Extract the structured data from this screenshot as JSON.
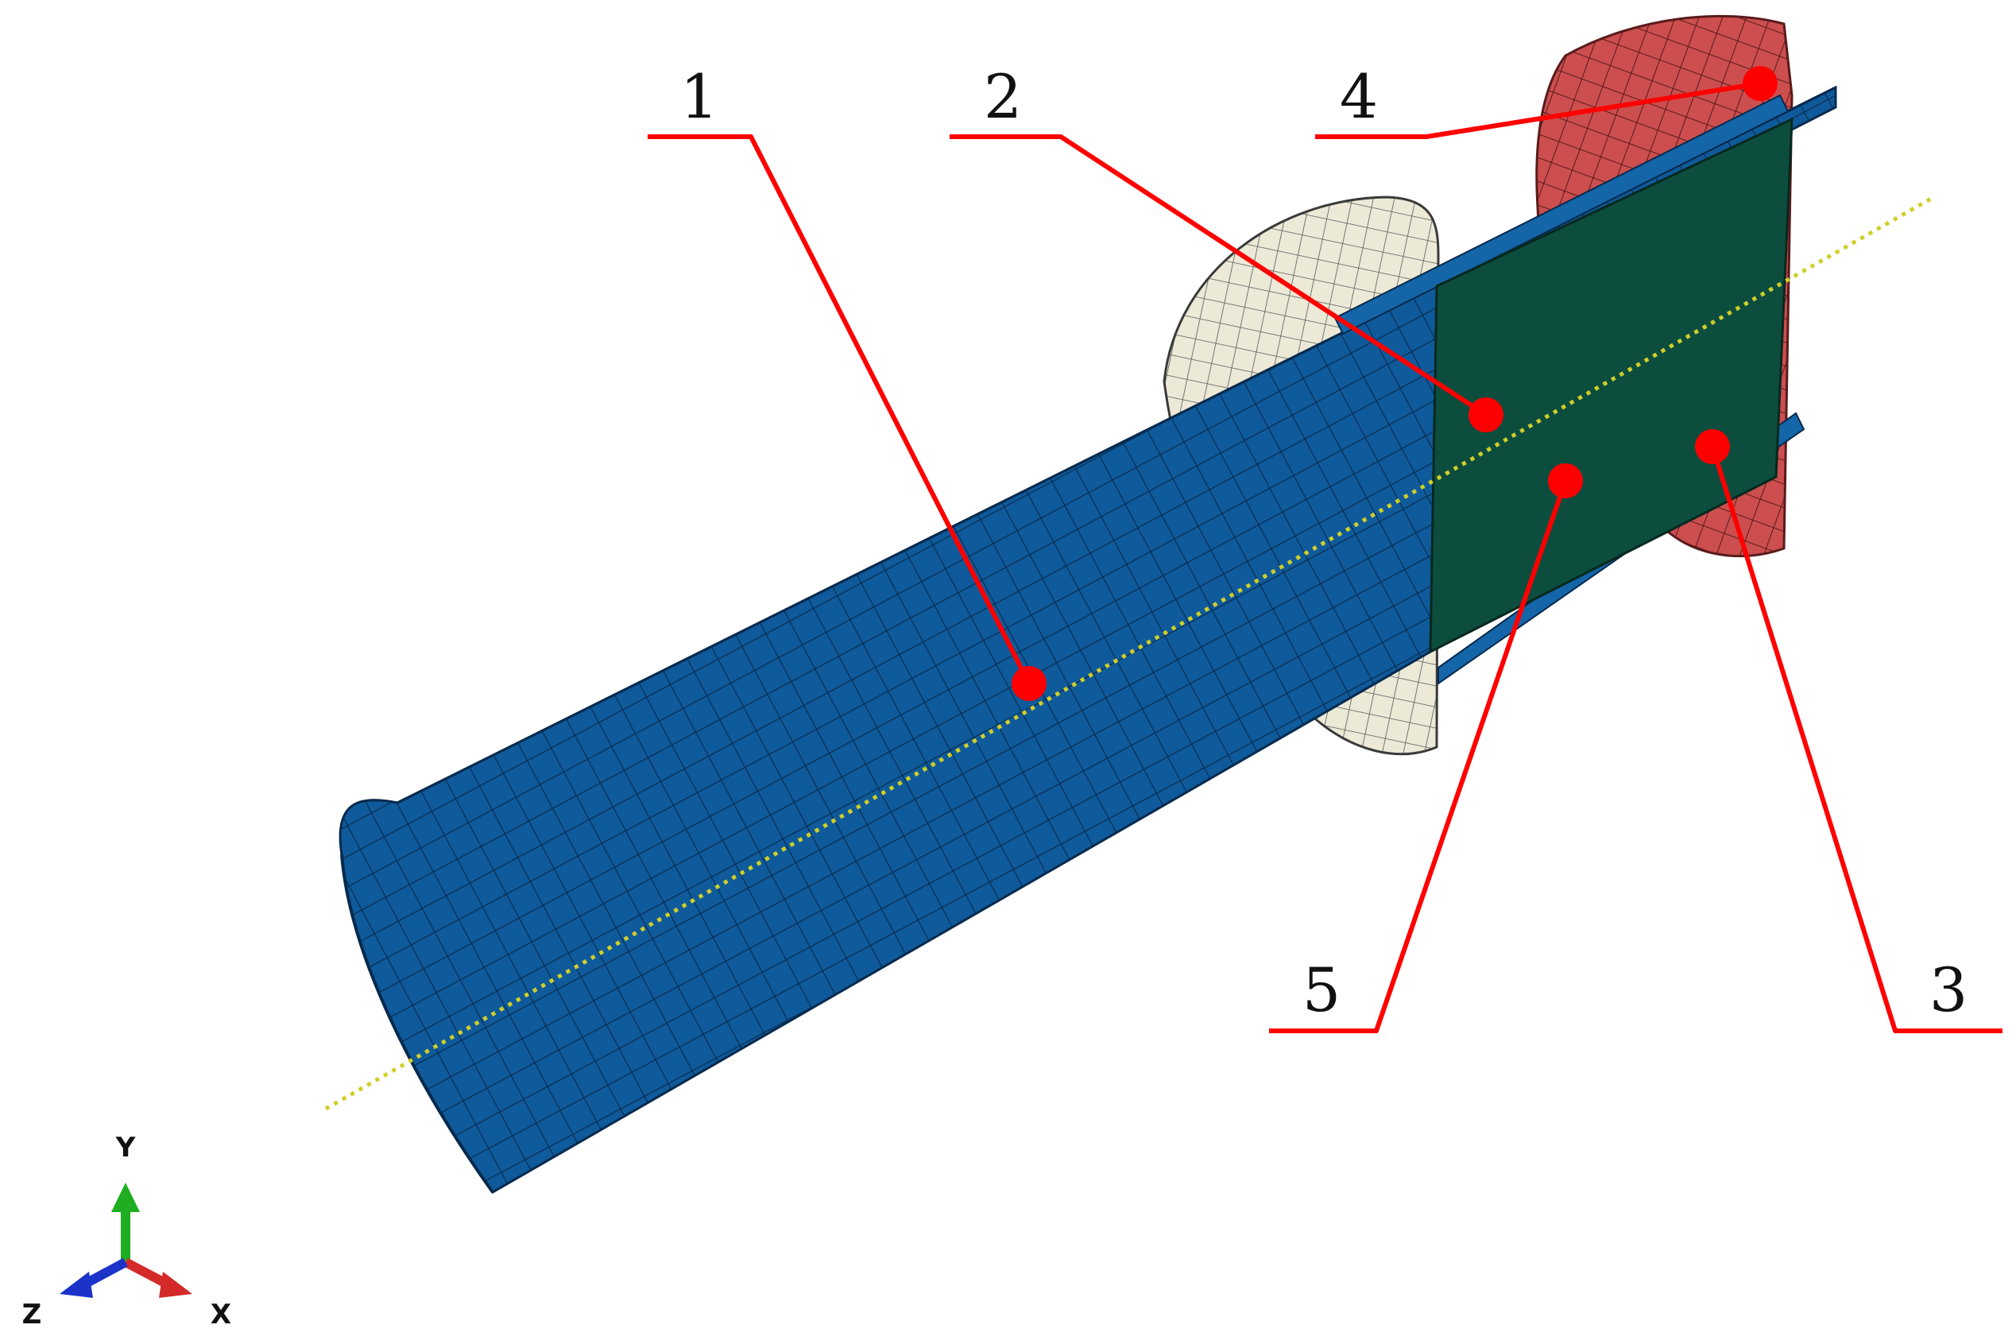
{
  "colors": {
    "shell": "#0f5a9a",
    "shell_edge": "#0a3766",
    "plate": "#0d4d3e",
    "disk_light": "#ece9d6",
    "disk_red": "#cc4e4e",
    "leader": "#ff0000",
    "axis_line": "#cfcf2a",
    "axis_y": "#1fae1f",
    "axis_x": "#d42a2a",
    "axis_z": "#1b33c9"
  },
  "icons": {
    "triad": "xyz-axis-triad-icon"
  },
  "callouts": [
    {
      "label": "1"
    },
    {
      "label": "2"
    },
    {
      "label": "4"
    },
    {
      "label": "5"
    },
    {
      "label": "3"
    }
  ],
  "triad": {
    "y": "Y",
    "x": "X",
    "z": "Z"
  }
}
